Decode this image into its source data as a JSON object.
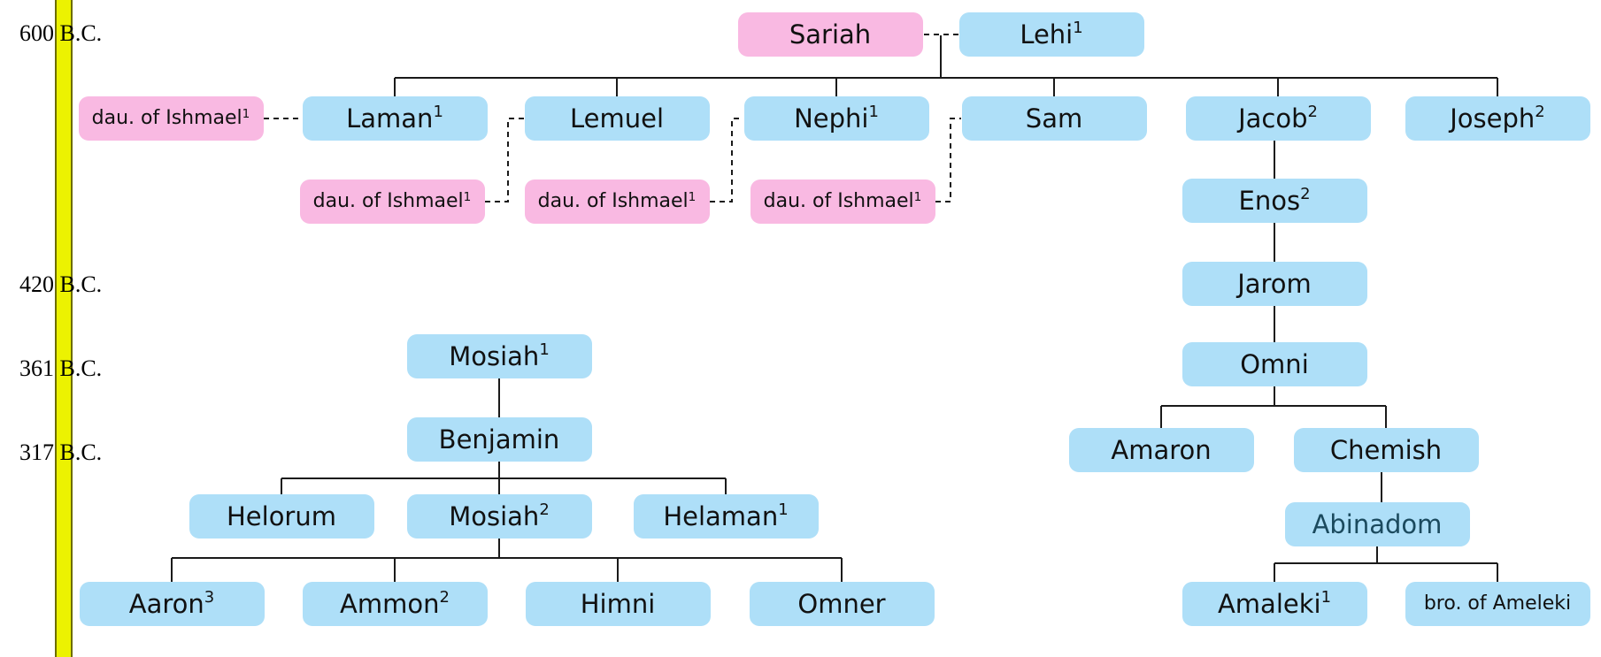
{
  "page": {
    "background": "#ffffff"
  },
  "timeline": {
    "bar_color": "#ecf201",
    "bar_border_color": "#6d6d00",
    "labels": [
      "600 B.C.",
      "420 B.C.",
      "361 B.C.",
      "317 B.C."
    ]
  },
  "legend_colors": {
    "male_box": "#aedff8",
    "female_box": "#f9b9e2",
    "line": "#1a1a1a",
    "name_text": "#111111",
    "link_text": "#1b4a5e"
  },
  "people": {
    "sariah": {
      "name": "Sariah",
      "sup": "",
      "gender": "female",
      "link": false
    },
    "lehi": {
      "name": "Lehi",
      "sup": "1",
      "gender": "male",
      "link": false
    },
    "dau_ishmael_1": {
      "name": "dau. of Ishmael",
      "sup": "1",
      "gender": "female",
      "link": false
    },
    "dau_ishmael_2": {
      "name": "dau. of Ishmael",
      "sup": "1",
      "gender": "female",
      "link": false
    },
    "dau_ishmael_3": {
      "name": "dau. of Ishmael",
      "sup": "1",
      "gender": "female",
      "link": false
    },
    "dau_ishmael_4": {
      "name": "dau. of Ishmael",
      "sup": "1",
      "gender": "female",
      "link": false
    },
    "laman": {
      "name": "Laman",
      "sup": "1",
      "gender": "male",
      "link": false
    },
    "lemuel": {
      "name": "Lemuel",
      "sup": "",
      "gender": "male",
      "link": false
    },
    "nephi": {
      "name": "Nephi",
      "sup": "1",
      "gender": "male",
      "link": false
    },
    "sam": {
      "name": "Sam",
      "sup": "",
      "gender": "male",
      "link": false
    },
    "jacob": {
      "name": "Jacob",
      "sup": "2",
      "gender": "male",
      "link": false
    },
    "joseph": {
      "name": "Joseph",
      "sup": "2",
      "gender": "male",
      "link": false
    },
    "enos": {
      "name": "Enos",
      "sup": "2",
      "gender": "male",
      "link": false
    },
    "jarom": {
      "name": "Jarom",
      "sup": "",
      "gender": "male",
      "link": false
    },
    "omni": {
      "name": "Omni",
      "sup": "",
      "gender": "male",
      "link": false
    },
    "amaron": {
      "name": "Amaron",
      "sup": "",
      "gender": "male",
      "link": false
    },
    "chemish": {
      "name": "Chemish",
      "sup": "",
      "gender": "male",
      "link": false
    },
    "abinadom": {
      "name": "Abinadom",
      "sup": "",
      "gender": "male",
      "link": true
    },
    "amaleki": {
      "name": "Amaleki",
      "sup": "1",
      "gender": "male",
      "link": false
    },
    "bro_of_ameleki": {
      "name": "bro. of Ameleki",
      "sup": "",
      "gender": "male",
      "link": false
    },
    "mosiah1": {
      "name": "Mosiah",
      "sup": "1",
      "gender": "male",
      "link": false
    },
    "benjamin": {
      "name": "Benjamin",
      "sup": "",
      "gender": "male",
      "link": false
    },
    "helorum": {
      "name": "Helorum",
      "sup": "",
      "gender": "male",
      "link": false
    },
    "mosiah2": {
      "name": "Mosiah",
      "sup": "2",
      "gender": "male",
      "link": false
    },
    "helaman1": {
      "name": "Helaman",
      "sup": "1",
      "gender": "male",
      "link": false
    },
    "aaron3": {
      "name": "Aaron",
      "sup": "3",
      "gender": "male",
      "link": false
    },
    "ammon2": {
      "name": "Ammon",
      "sup": "2",
      "gender": "male",
      "link": false
    },
    "himni": {
      "name": "Himni",
      "sup": "",
      "gender": "male",
      "link": false
    },
    "omner": {
      "name": "Omner",
      "sup": "",
      "gender": "male",
      "link": false
    }
  }
}
